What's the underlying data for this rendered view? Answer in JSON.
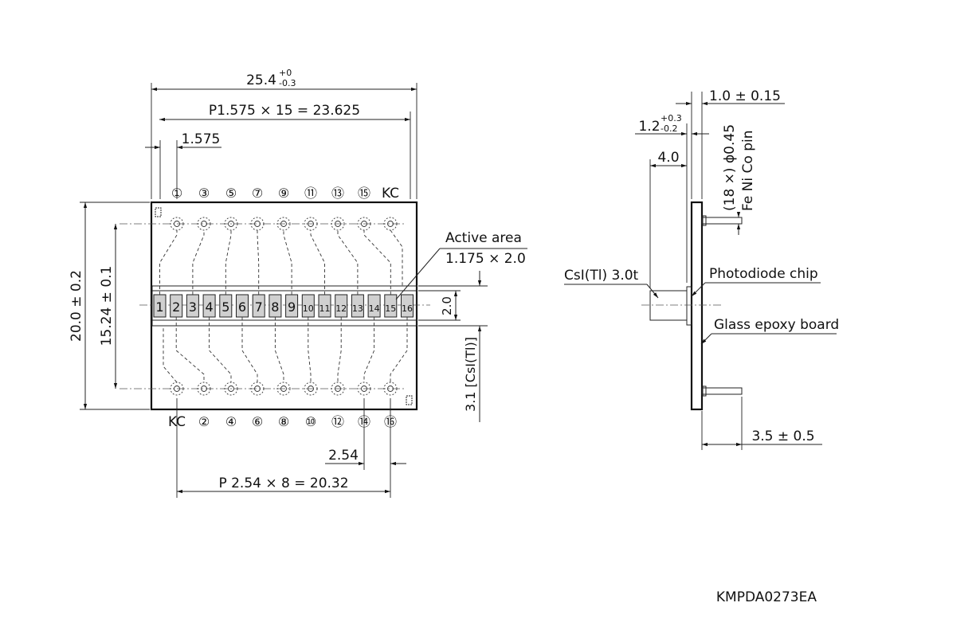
{
  "front_view": {
    "dims": {
      "overall_width": "25.4",
      "overall_width_tol_upper": "+0",
      "overall_width_tol_lower": "-0.3",
      "pitch_top": "P1.575 × 15 = 23.625",
      "pin_pitch": "1.575",
      "height": "20.0 ± 0.2",
      "row_spacing": "15.24 ± 0.1",
      "active_height": "2.0",
      "csi_width": "3.1 [CsI(Tl)]",
      "pitch_bottom_single": "2.54",
      "pitch_bottom": "P 2.54 × 8 = 20.32"
    },
    "top_pin_labels": [
      "①",
      "③",
      "⑤",
      "⑦",
      "⑨",
      "⑪",
      "⑬",
      "⑮",
      "KC"
    ],
    "bottom_pin_labels": [
      "KC",
      "②",
      "④",
      "⑥",
      "⑧",
      "⑩",
      "⑫",
      "⑭",
      "⑯"
    ],
    "element_numbers": [
      "1",
      "2",
      "3",
      "4",
      "5",
      "6",
      "7",
      "8",
      "9",
      "10",
      "11",
      "12",
      "13",
      "14",
      "15",
      "16"
    ],
    "active_area_label": "Active area",
    "active_area_value": "1.175 × 2.0"
  },
  "side_view": {
    "dims": {
      "board_thickness": "1.0 ± 0.15",
      "scint_offset": "1.2",
      "scint_offset_tol_upper": "+0.3",
      "scint_offset_tol_lower": "-0.2",
      "pin_spec_line1": "(18 ×) ϕ0.45",
      "pin_spec_line2": "Fe Ni Co pin",
      "depth": "4.0",
      "pin_length": "3.5 ± 0.5"
    },
    "labels": {
      "csi": "CsI(Tl) 3.0t",
      "chip": "Photodiode chip",
      "board": "Glass epoxy board"
    }
  },
  "drawing_id": "KMPDA0273EA"
}
